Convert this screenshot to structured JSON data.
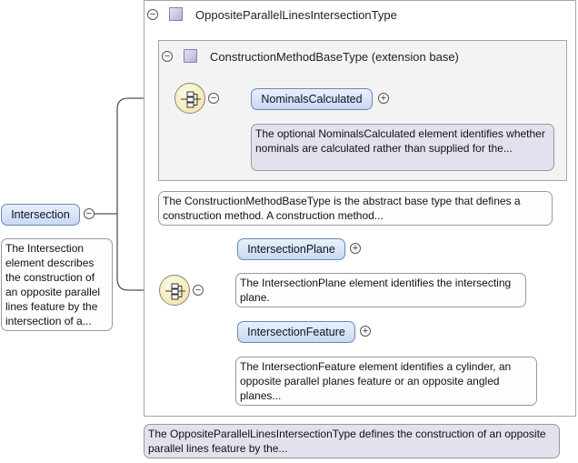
{
  "root": {
    "label": "Intersection",
    "note": "The Intersection element describes the construction of an opposite parallel lines feature by the intersection of a..."
  },
  "outer_type": {
    "label": "OppositeParallelLinesIntersectionType",
    "note": "The OppositeParallelLinesIntersectionType defines the construction of an opposite parallel lines feature by the..."
  },
  "base_type": {
    "label": "ConstructionMethodBaseType (extension base)",
    "note": "The ConstructionMethodBaseType is the abstract base type that defines a construction method. A construction method..."
  },
  "nominals": {
    "label": "NominalsCalculated",
    "note": "The optional NominalsCalculated element identifies whether nominals are calculated rather than supplied for the..."
  },
  "plane": {
    "label": "IntersectionPlane",
    "note": "The IntersectionPlane element identifies the intersecting plane."
  },
  "feature": {
    "label": "IntersectionFeature",
    "note": "The IntersectionFeature element identifies a cylinder, an opposite parallel planes feature or an opposite angled planes..."
  },
  "icons": {
    "collapse": "−",
    "expand": "+",
    "sequence": "sequence-compositor-icon",
    "complex_type": "complex-type-icon"
  }
}
